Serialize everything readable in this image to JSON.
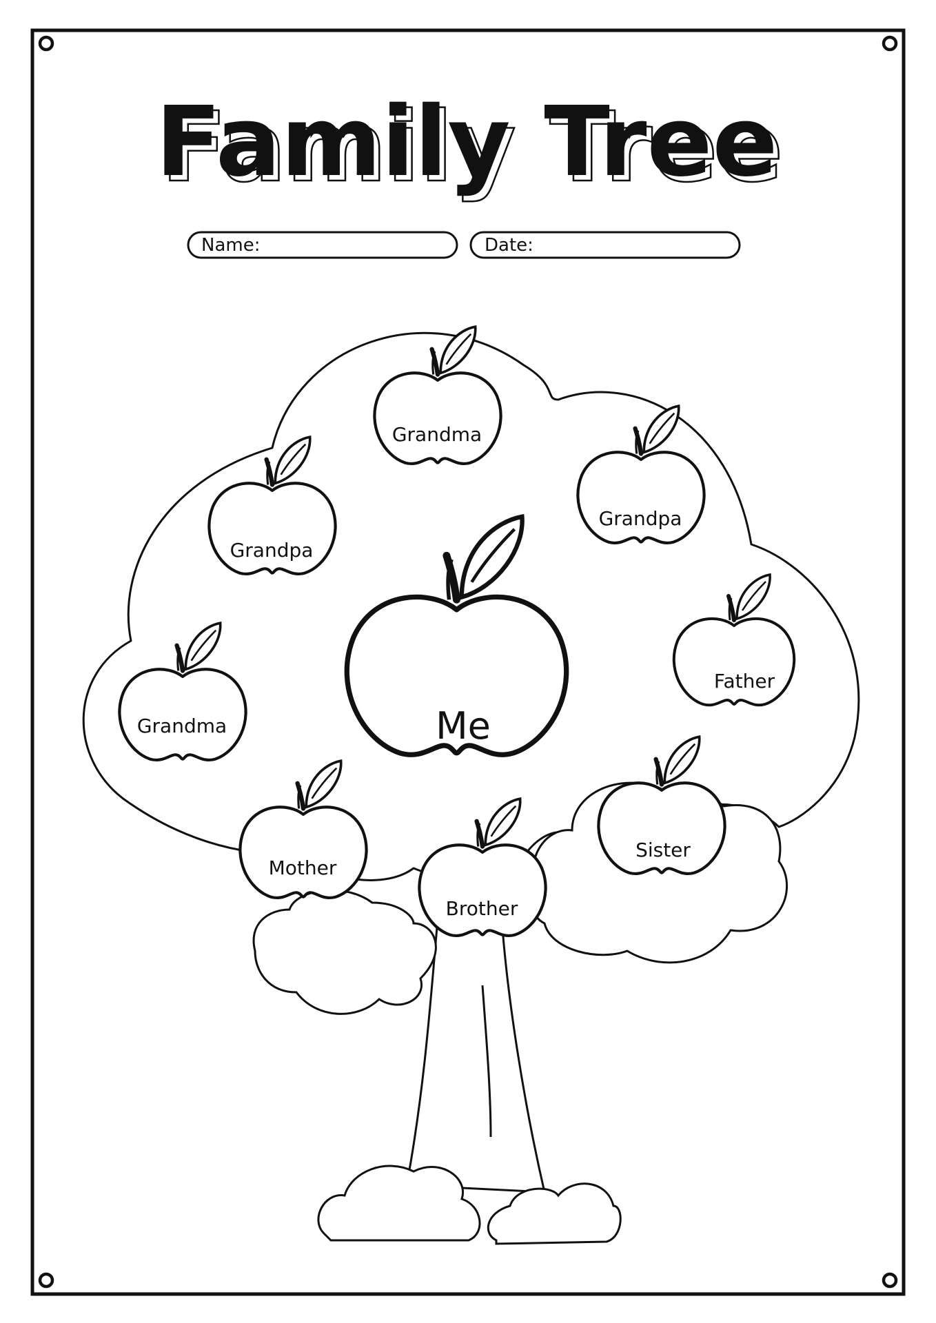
{
  "worksheet": {
    "title": "Family Tree",
    "fields": {
      "name_label": "Name:",
      "date_label": "Date:"
    },
    "apples": {
      "grandma_top": "Grandma",
      "grandpa_right": "Grandpa",
      "grandpa_left": "Grandpa",
      "me": "Me",
      "father": "Father",
      "grandma_left": "Grandma",
      "mother": "Mother",
      "brother": "Brother",
      "sister": "Sister"
    }
  },
  "colors": {
    "ink": "#111111",
    "paper": "#ffffff"
  }
}
